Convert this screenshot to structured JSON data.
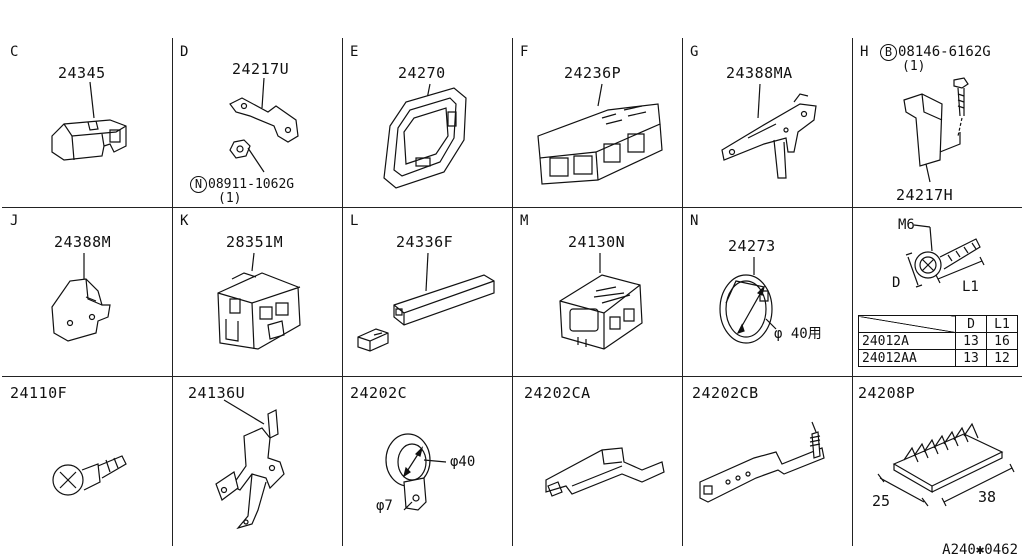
{
  "cells": [
    {
      "letter": "C",
      "part": "24345"
    },
    {
      "letter": "D",
      "part": "24217U",
      "sub_mark": "N",
      "sub_part": "08911-1062G",
      "sub_qty": "(1)"
    },
    {
      "letter": "E",
      "part": "24270"
    },
    {
      "letter": "F",
      "part": "24236P"
    },
    {
      "letter": "G",
      "part": "24388MA"
    },
    {
      "letter": "H",
      "part": "24217H",
      "sub_mark": "B",
      "sub_part": "08146-6162G",
      "sub_qty": "(1)"
    },
    {
      "letter": "J",
      "part": "24388M"
    },
    {
      "letter": "K",
      "part": "28351M"
    },
    {
      "letter": "L",
      "part": "24336F"
    },
    {
      "letter": "M",
      "part": "24130N"
    },
    {
      "letter": "N",
      "part": "24273",
      "note": "φ 40用"
    },
    {
      "letter": "",
      "part": "",
      "bolt_label": "M6",
      "dim_d": "D",
      "dim_l": "L1"
    },
    {
      "letter": "",
      "part": "24110F"
    },
    {
      "letter": "",
      "part": "24136U"
    },
    {
      "letter": "",
      "part": "24202C",
      "dim_outer": "φ40",
      "dim_inner": "φ7"
    },
    {
      "letter": "",
      "part": "24202CA"
    },
    {
      "letter": "",
      "part": "24202CB"
    },
    {
      "letter": "",
      "part": "24208P",
      "dim_a": "25",
      "dim_b": "38"
    }
  ],
  "dim_table": {
    "headers": [
      "",
      "D",
      "L1"
    ],
    "rows": [
      [
        "24012A",
        "13",
        "16"
      ],
      [
        "24012AA",
        "13",
        "12"
      ]
    ]
  },
  "footer": "A240✱0462"
}
